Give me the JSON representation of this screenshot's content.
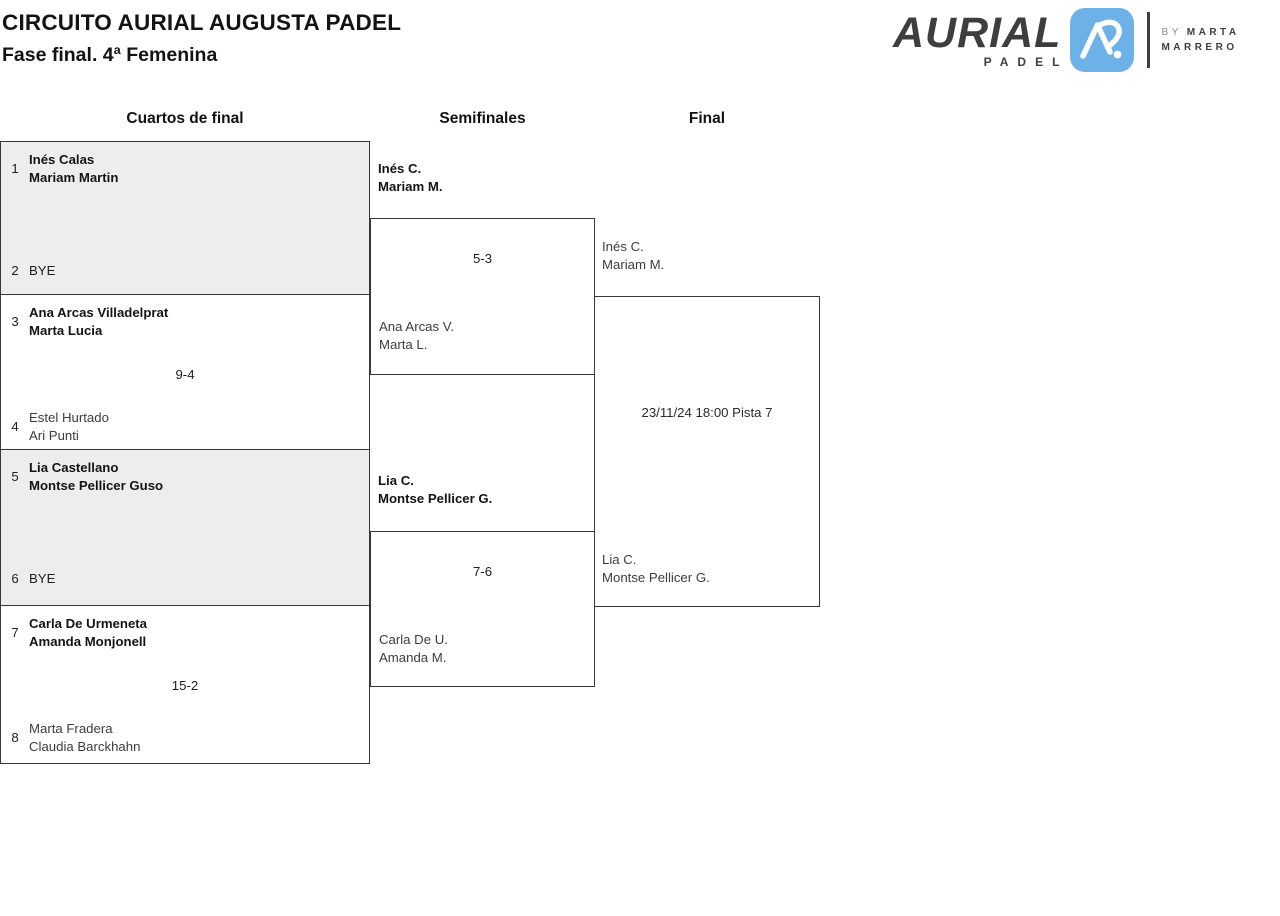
{
  "header": {
    "title": "CIRCUITO AURIAL AUGUSTA PADEL",
    "subtitle": "Fase final. 4ª Femenina",
    "logo": {
      "brand": "AURIAL",
      "brand_sub": "PADEL",
      "by_prefix": "BY",
      "by_name_line1": "MARTA",
      "by_name_line2": "MARRERO",
      "icon_bg_color": "#6CB2E8",
      "icon_glyph_color": "#FFFFFF",
      "text_color": "#3E3E3E"
    }
  },
  "columns": {
    "quarterfinals_label": "Cuartos de final",
    "semifinals_label": "Semifinales",
    "final_label": "Final"
  },
  "bracket": {
    "quarterfinals": [
      {
        "seed_top": "1",
        "top1": "Inés Calas",
        "top2": "Mariam Martin",
        "seed_bottom": "2",
        "bottom1": "BYE",
        "score": ""
      },
      {
        "seed_top": "3",
        "top1": "Ana Arcas Villadelprat",
        "top2": "Marta Lucia",
        "seed_bottom": "4",
        "bottom1": "Estel Hurtado",
        "bottom2": "Ari Punti",
        "score": "9-4"
      },
      {
        "seed_top": "5",
        "top1": "Lia Castellano",
        "top2": "Montse Pellicer Guso",
        "seed_bottom": "6",
        "bottom1": "BYE",
        "score": ""
      },
      {
        "seed_top": "7",
        "top1": "Carla De Urmeneta",
        "top2": "Amanda Monjonell",
        "seed_bottom": "8",
        "bottom1": "Marta Fradera",
        "bottom2": "Claudia Barckhahn",
        "score": "15-2"
      }
    ],
    "semifinals": [
      {
        "winner1": "Inés C.",
        "winner2": "Mariam M.",
        "score": "5-3",
        "loser1": "Ana Arcas V.",
        "loser2": "Marta L."
      },
      {
        "winner1": "Lia C.",
        "winner2": "Montse Pellicer G.",
        "score": "7-6",
        "loser1": "Carla De U.",
        "loser2": "Amanda M."
      }
    ],
    "final": {
      "top1": "Inés C.",
      "top2": "Mariam M.",
      "schedule": "23/11/24 18:00 Pista 7",
      "bottom1": "Lia C.",
      "bottom2": "Montse Pellicer G."
    },
    "colors": {
      "line": "#383838",
      "seeded_box_bg": "#EDEDED",
      "winner_text": "#141414",
      "loser_text": "#3D3D3D"
    }
  }
}
